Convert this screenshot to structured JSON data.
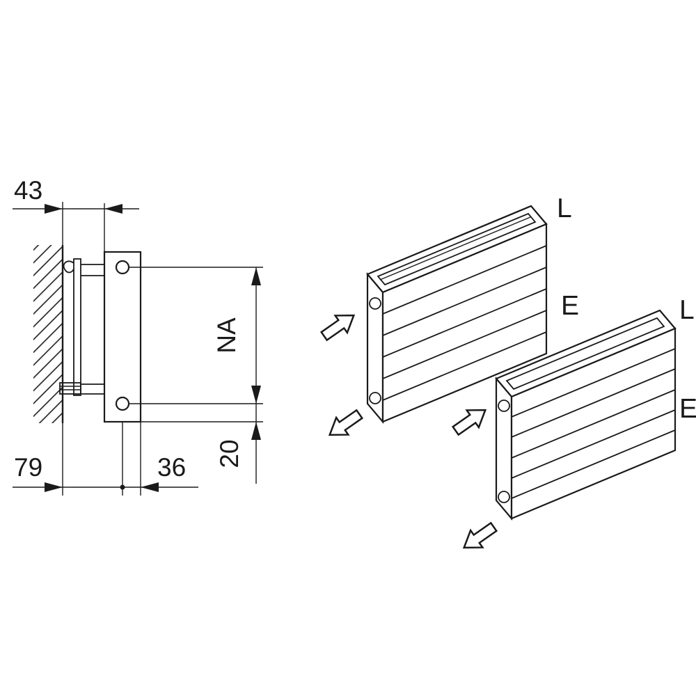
{
  "colors": {
    "line": "#1a1a1a",
    "background": "#ffffff"
  },
  "left_view": {
    "dim_top": "43",
    "dim_hub_distance": "NA",
    "dim_bottom_left": "79",
    "dim_bottom_mid": "36",
    "dim_bottom_offset": "20"
  },
  "right_view": {
    "radiators": [
      {
        "label_top": "L",
        "label_side": "E"
      },
      {
        "label_top": "L",
        "label_side": "E"
      }
    ]
  }
}
